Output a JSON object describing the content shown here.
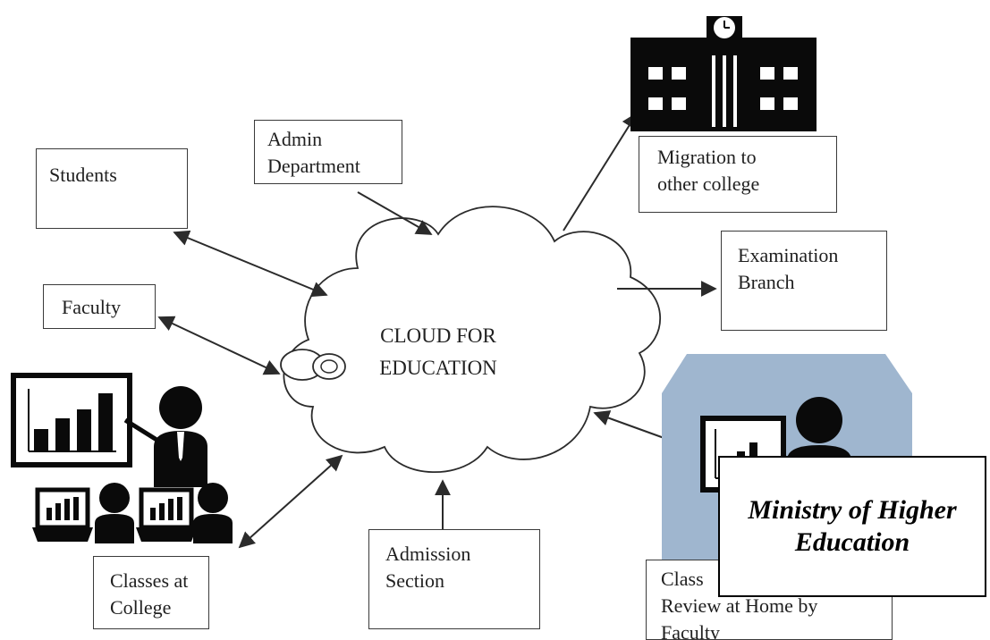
{
  "diagram": {
    "center_label": "CLOUD FOR\nEDUCATION",
    "nodes": {
      "students": "Students",
      "admin": "Admin\nDepartment",
      "faculty": "Faculty",
      "classes": "Classes at\nCollege",
      "admission": "Admission\nSection",
      "migration": "Migration to\nother college",
      "examination": "Examination\nBranch",
      "class_review": "Class\nReview at Home by\nFaculty"
    },
    "overlay_label": "Ministry of Higher\nEducation"
  },
  "colors": {
    "line": "#2b2b2b",
    "house_blue": "#9fb6cf",
    "ink": "#0a0a0a"
  }
}
